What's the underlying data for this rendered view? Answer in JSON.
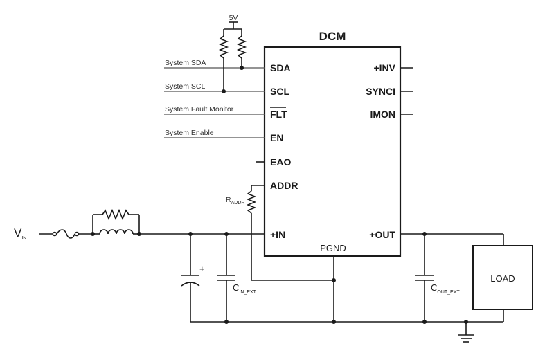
{
  "chip": {
    "title": "DCM",
    "pins_left": [
      "SDA",
      "SCL",
      "FLT",
      "EN",
      "EAO",
      "ADDR",
      "+IN"
    ],
    "pins_right": [
      "+INV",
      "SYNCI",
      "IMON",
      "+OUT"
    ],
    "pin_bottom": "PGND"
  },
  "signals": {
    "sda": "System SDA",
    "scl": "System SCL",
    "fault": "System Fault Monitor",
    "enable": "System Enable"
  },
  "supply": "5V",
  "vin": {
    "main": "V",
    "sub": "IN"
  },
  "raddr": {
    "main": "R",
    "sub": "ADDR"
  },
  "cin_ext": {
    "main": "C",
    "sub": "IN_EXT"
  },
  "cout_ext": {
    "main": "C",
    "sub": "OUT_EXT"
  },
  "polarity": {
    "plus": "+",
    "minus": "–"
  },
  "load": "LOAD"
}
